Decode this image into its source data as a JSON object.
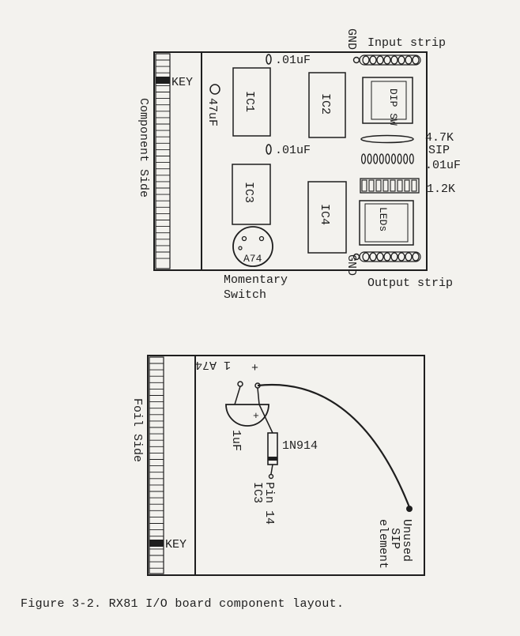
{
  "component_side": {
    "side_label": "Component Side",
    "key_label": "KEY",
    "input_strip": "Input strip",
    "output_strip": "Output strip",
    "gnd_top": "GND",
    "gnd_bottom": "GND",
    "cap_top": ".01uF",
    "cap_middle": ".01uF",
    "cap_47": "47uF",
    "ic1": "IC1",
    "ic2": "IC2",
    "ic3": "IC3",
    "ic4": "IC4",
    "dip_sw": "DIP SW",
    "leds": "LEDs",
    "res_47k": "4.7K",
    "sip": "SIP",
    "cap_sip": ".01uF",
    "res_12k": "1.2K",
    "switch_marking": "A74",
    "switch_label_1": "Momentary",
    "switch_label_2": "Switch"
  },
  "foil_side": {
    "side_label": "Foil Side",
    "key_label": "KEY",
    "plus_sign": "+",
    "cap_plus": "+",
    "marking": "1 A74",
    "cap_label": "1uF",
    "diode_label": "1N914",
    "pin_label_1": "Pin 14",
    "pin_label_2": "IC3",
    "unused_1": "Unused",
    "unused_2": "SIP",
    "unused_3": "element"
  },
  "caption": "Figure 3-2. RX81 I/O board component layout."
}
